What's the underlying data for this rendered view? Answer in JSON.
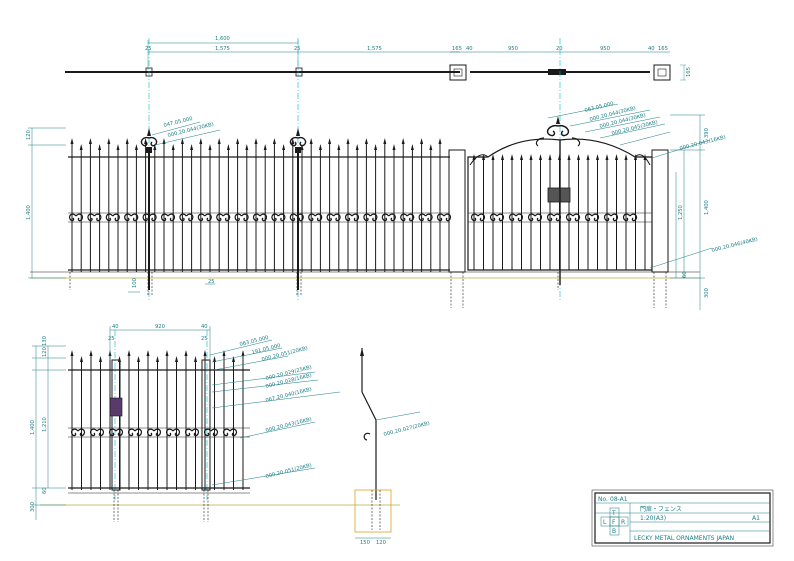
{
  "top_plan": {
    "dims": [
      "1,600",
      "25",
      "1,575",
      "25",
      "1,575",
      "165",
      "40",
      "950",
      "20",
      "950",
      "40",
      "165",
      "165"
    ]
  },
  "front_elevation": {
    "left_height_dims": [
      "120",
      "1,400"
    ],
    "bottom_dims": [
      "100",
      "25"
    ],
    "right_height_dims": [
      "390",
      "1,400",
      "1,250",
      "60",
      "300"
    ],
    "part_labels": [
      "047.05.000",
      "000.20.044(30KB)",
      "063.05.000",
      "000.20.044(30KB)",
      "000.20.044(30KB)",
      "000.20.045(30KB)",
      "000.20.043(16KB)",
      "000.20.046(40KB)"
    ]
  },
  "side_elevation": {
    "top_dims": [
      "40",
      "920",
      "40",
      "25",
      "25"
    ],
    "left_height_dims": [
      "120",
      "130",
      "1,400",
      "1,210",
      "60",
      "300"
    ],
    "part_labels": [
      "063.05.000",
      "191.05.000",
      "000.20.051(20KB)",
      "000.20.029(25KB)",
      "000.20.028(16KB)",
      "067.20.040(16KB)",
      "000.20.043(16KB)",
      "000.20.051(20KB)"
    ]
  },
  "section": {
    "part_label": "000.20.027(20KB)",
    "bottom_dims": [
      "150",
      "120"
    ]
  },
  "title_block": {
    "number": "08-A1",
    "name": "門扉・フェンス",
    "scale": "1:20(A3)",
    "sheet": "A1",
    "grid": [
      "T",
      "L",
      "F",
      "R",
      "B"
    ],
    "company": "LECKY METAL ORNAMENTS JAPAN"
  },
  "colors": {
    "line": "#1a1a1a",
    "dimension": "#1a7f86",
    "centerline": "#00b7d8",
    "ground": "#c9c27a",
    "foundation": "#e0a020"
  }
}
